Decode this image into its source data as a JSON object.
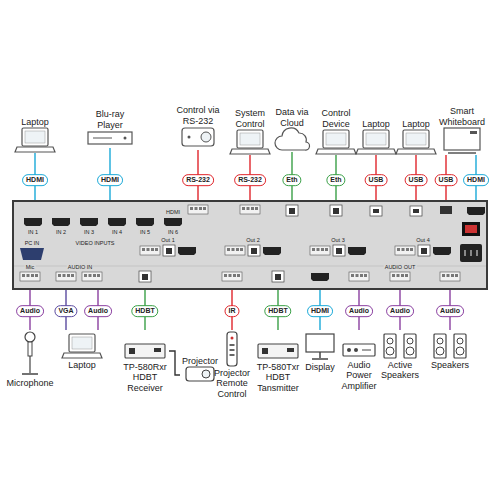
{
  "diagram": {
    "nodes": [
      {
        "text": [
          "Laptop"
        ]
      },
      {
        "text": [
          "Blu-ray Player"
        ]
      },
      {
        "text": [
          "Control via RS-232"
        ]
      },
      {
        "text": [
          "System Control"
        ]
      },
      {
        "text": [
          "Data via Cloud"
        ]
      },
      {
        "text": [
          "Control Device"
        ]
      },
      {
        "text": [
          "Laptop"
        ]
      },
      {
        "text": [
          "Laptop"
        ]
      },
      {
        "text": [
          "Smart Whiteboard"
        ]
      },
      {
        "text": [
          "VIDEO INPUTS"
        ]
      },
      {
        "text": [
          "Microphone"
        ]
      },
      {
        "text": [
          "Laptop"
        ]
      },
      {
        "text": [
          "TP-580Rxr HDBT Receiver"
        ]
      },
      {
        "text": [
          "Projector"
        ]
      },
      {
        "text": [
          "Projector Remote Control"
        ]
      },
      {
        "text": [
          "TP-580Txr HDBT Tansmitter"
        ]
      },
      {
        "text": [
          "Display"
        ]
      },
      {
        "text": [
          "Audio Power Amplifier"
        ]
      },
      {
        "text": [
          "Active Speakers"
        ]
      },
      {
        "text": [
          "Speakers"
        ]
      }
    ],
    "edges": [
      {
        "from": 0,
        "to": 9,
        "label": "HDMI",
        "arrow": "none"
      },
      {
        "from": 1,
        "to": 9,
        "label": "HDMI",
        "arrow": "none"
      },
      {
        "from": 2,
        "to": 9,
        "label": "RS-232",
        "arrow": "none"
      },
      {
        "from": 3,
        "to": 9,
        "label": "RS-232",
        "arrow": "none"
      },
      {
        "from": 4,
        "to": 9,
        "label": "Eth",
        "arrow": "none"
      },
      {
        "from": 5,
        "to": 9,
        "label": "Eth",
        "arrow": "none"
      },
      {
        "from": 6,
        "to": 9,
        "label": "USB",
        "arrow": "none"
      },
      {
        "from": 7,
        "to": 9,
        "label": "USB",
        "arrow": "none"
      },
      {
        "from": 8,
        "to": 9,
        "label": "USB",
        "arrow": "none"
      },
      {
        "from": 8,
        "to": 9,
        "label": "HDMI",
        "arrow": "none"
      },
      {
        "from": 9,
        "to": 10,
        "label": "Audio",
        "arrow": "none"
      },
      {
        "from": 9,
        "to": 11,
        "label": "VGA",
        "arrow": "none"
      },
      {
        "from": 9,
        "to": 11,
        "label": "Audio",
        "arrow": "none"
      },
      {
        "from": 9,
        "to": 12,
        "label": "HDBT",
        "arrow": "none"
      },
      {
        "from": 12,
        "to": 13,
        "arrow": "none"
      },
      {
        "from": 9,
        "to": 14,
        "label": "IR",
        "arrow": "none"
      },
      {
        "from": 9,
        "to": 15,
        "label": "HDBT",
        "arrow": "none"
      },
      {
        "from": 9,
        "to": 16,
        "label": "HDMI",
        "arrow": "none"
      },
      {
        "from": 9,
        "to": 17,
        "label": "Audio",
        "arrow": "none"
      },
      {
        "from": 9,
        "to": 18,
        "label": "Audio",
        "arrow": "none"
      },
      {
        "from": 9,
        "to": 19,
        "label": "Audio",
        "arrow": "none"
      }
    ],
    "labels": [
      "IN 1",
      "IN 2",
      "IN 3",
      "IN 4",
      "IN 5",
      "IN 6",
      "HDMI",
      "PC IN",
      "Out 1",
      "Out 2",
      "Out 3",
      "Out 4",
      "AUDIO IN",
      "AUDIO OUT",
      "Mic"
    ]
  }
}
